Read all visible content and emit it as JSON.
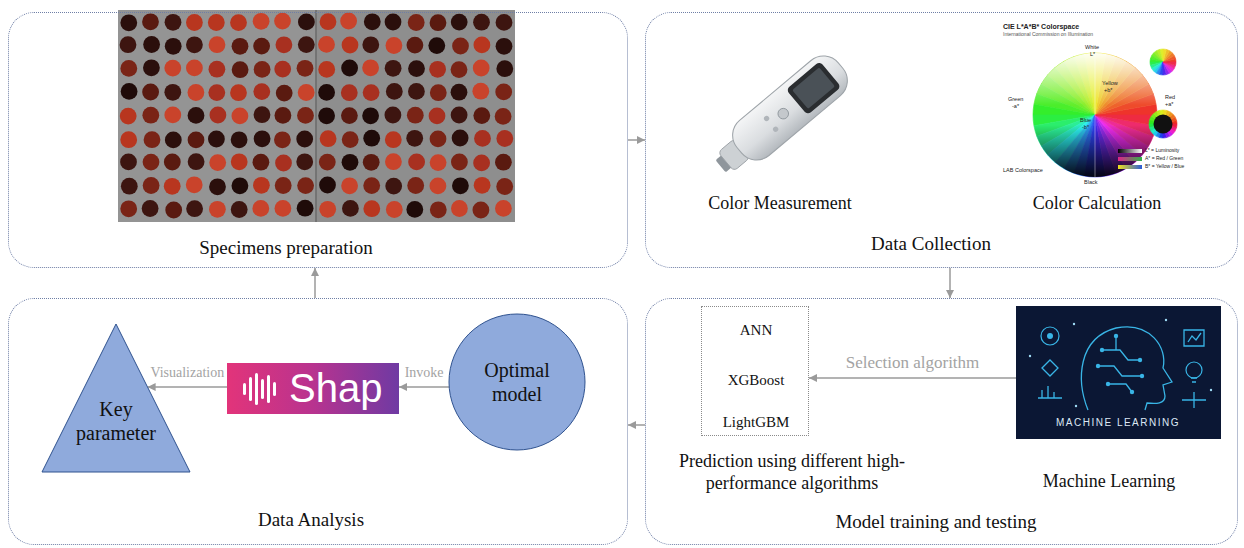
{
  "diagram": {
    "nodes": [
      {
        "text": [
          "Specimens preparation"
        ]
      },
      {
        "text": [
          "Data Collection"
        ]
      },
      {
        "text": [
          "Data Analysis"
        ]
      },
      {
        "text": [
          "Model training and testing"
        ]
      },
      {
        "text": [
          "Key parameter"
        ],
        "in": 2
      },
      {
        "text": [
          "Shap"
        ],
        "in": 2
      },
      {
        "text": [
          "Optimal model"
        ],
        "in": 2
      },
      {
        "text": [
          "ANN",
          "XGBoost",
          "LightGBM",
          "Prediction using different high-performance algorithms"
        ],
        "in": 3
      },
      {
        "text": [
          "MACHINE LEARNING",
          "Machine Learning"
        ],
        "in": 3
      }
    ],
    "edges": [
      {
        "from": 0,
        "to": 1,
        "arrow": "to"
      },
      {
        "from": 1,
        "to": 3,
        "arrow": "to"
      },
      {
        "from": 3,
        "to": 2,
        "arrow": "to"
      },
      {
        "from": 2,
        "to": 0,
        "arrow": "to"
      },
      {
        "from": 6,
        "to": 5,
        "arrow": "to",
        "label": "Invoke"
      },
      {
        "from": 5,
        "to": 4,
        "arrow": "to",
        "label": "Visualization"
      },
      {
        "from": 8,
        "to": 7,
        "arrow": "to",
        "label": "Selection algorithm"
      }
    ],
    "labels": [
      "Color Measurement",
      "Color Calculation",
      "CIE L*A*B* Colorspace",
      "International Commission on Illumination",
      "White",
      "L*",
      "Yellow",
      "+b*",
      "Green",
      "-a*",
      "Red",
      "+a*",
      "Blue",
      "-b*",
      "Black",
      "L* = Luminosity",
      "A* = Red / Green",
      "B* = Yellow / Blue",
      "LAB Colorspace"
    ]
  }
}
